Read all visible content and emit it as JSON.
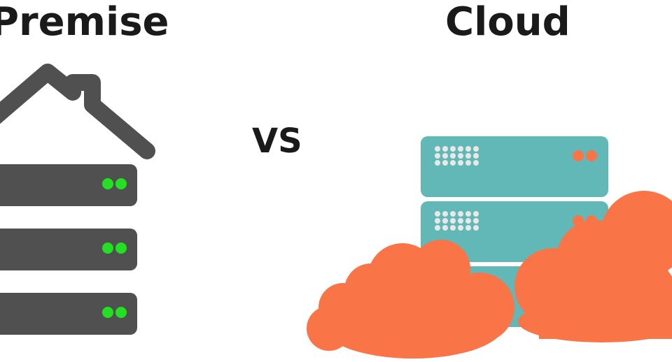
{
  "titles": {
    "left": "Premise",
    "right": "Cloud",
    "separator": "VS"
  },
  "on_premise": {
    "server_count": 3,
    "server_color": "#505050",
    "roof_color": "#505050",
    "led_color": "#22e022",
    "icons": [
      "house-roof-icon",
      "server-rack-icon"
    ]
  },
  "cloud": {
    "server_count": 3,
    "server_color": "#62b8b6",
    "led_color": "#f97446",
    "cloud_color": "#f97446",
    "icons": [
      "cloud-icon",
      "server-rack-icon"
    ]
  }
}
